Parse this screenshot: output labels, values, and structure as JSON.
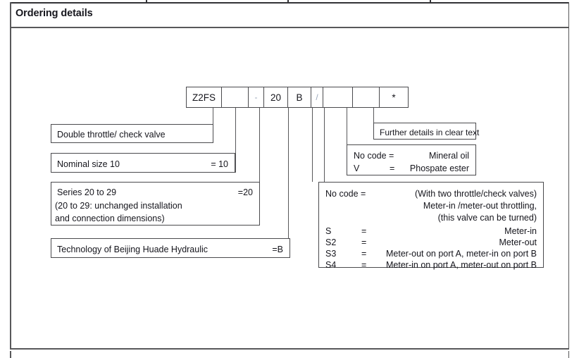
{
  "header": {
    "title": "Ordering details"
  },
  "code_string": {
    "cells": [
      {
        "name": "type-code",
        "label": "Z2FS",
        "width": 50
      },
      {
        "name": "blank-1",
        "label": "",
        "width": 38
      },
      {
        "name": "separator-dash",
        "label": "-",
        "width": 22,
        "faint": true
      },
      {
        "name": "size-code",
        "label": "20",
        "width": 34
      },
      {
        "name": "series-code",
        "label": "B",
        "width": 33
      },
      {
        "name": "slash-mark",
        "label": "/",
        "width": 17,
        "faint": true
      },
      {
        "name": "blank-2",
        "label": "",
        "width": 42
      },
      {
        "name": "blank-3",
        "label": "",
        "width": 38
      },
      {
        "name": "further-code",
        "label": "*",
        "width": 40
      }
    ]
  },
  "left_callouts": {
    "valve_type": {
      "text": "Double throttle/ check valve"
    },
    "nominal_size": {
      "text": "Nominal size 10",
      "code": "= 10"
    },
    "series": {
      "line1": "Series 20 to 29",
      "code": "=20",
      "line2": "(20 to 29: unchanged installation",
      "line3": "and connection dimensions)"
    },
    "technology": {
      "text": "Technology of Beijing Huade Hydraulic",
      "code": "=B"
    }
  },
  "right_callouts": {
    "further_details": {
      "text": "Further details in clear text"
    },
    "fluid_type": {
      "rows": [
        {
          "code": "No code =",
          "desc": "Mineral oil"
        },
        {
          "code": "V",
          "eq": "=",
          "desc": "Phospate ester"
        }
      ]
    },
    "throttling_options": {
      "no_code": {
        "code": "No code =",
        "desc1": "(With two throttle/check  valves)",
        "desc2": "Meter-in /meter-out throttling,",
        "desc3": "(this valve can be turned)"
      },
      "rows": [
        {
          "code": "S",
          "eq": "=",
          "desc": "Meter-in"
        },
        {
          "code": "S2",
          "eq": "=",
          "desc": "Meter-out"
        },
        {
          "code": "S3",
          "eq": "=",
          "desc": "Meter-out on port A, meter-in on port B"
        },
        {
          "code": "S4",
          "eq": "=",
          "desc": "Meter-in on port A, meter-out on port B"
        }
      ]
    }
  }
}
